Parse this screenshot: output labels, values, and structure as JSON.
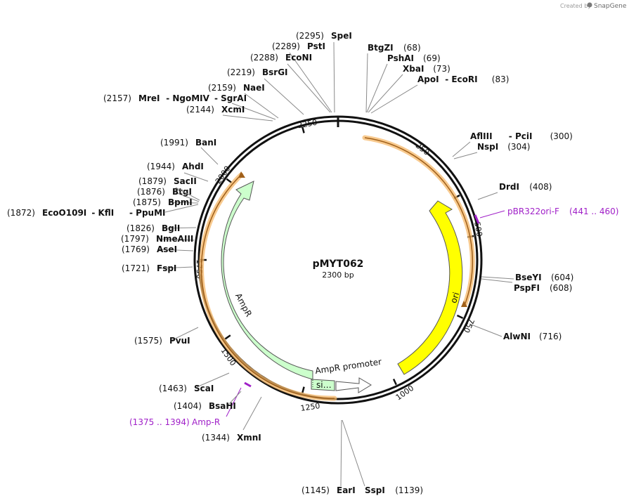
{
  "credit": {
    "prefix": "Created by",
    "brand": "SnapGene"
  },
  "plasmid": {
    "name": "pMYT062",
    "size": "2300 bp"
  },
  "ticks": [
    "250",
    "500",
    "750",
    "1000",
    "1250",
    "1500",
    "1750",
    "2000",
    "2250"
  ],
  "sites": [
    {
      "pos": "(2295)",
      "name": "SpeI"
    },
    {
      "pos": "(2289)",
      "name": "PstI"
    },
    {
      "pos": "(2288)",
      "name": "EcoNI"
    },
    {
      "pos": "(2219)",
      "name": "BsrGI"
    },
    {
      "pos": "(2159)",
      "name": "NaeI"
    },
    {
      "pos": "(2157)",
      "name": "MreI",
      "extra": [
        "- NgoMIV",
        "- SgrAI"
      ]
    },
    {
      "pos": "(2144)",
      "name": "XcmI"
    },
    {
      "pos": "(68)",
      "name": "BtgZI"
    },
    {
      "pos": "(69)",
      "name": "PshAI"
    },
    {
      "pos": "(73)",
      "name": "XbaI"
    },
    {
      "pos": "(83)",
      "name": "ApoI",
      "extra": [
        "- EcoRI"
      ]
    },
    {
      "pos": "(300)",
      "name": "AflIII",
      "extra": [
        "- PciI"
      ]
    },
    {
      "pos": "(304)",
      "name": "NspI"
    },
    {
      "pos": "(408)",
      "name": "DrdI"
    },
    {
      "pos": "(604)",
      "name": "BseYI"
    },
    {
      "pos": "(608)",
      "name": "PspFI"
    },
    {
      "pos": "(716)",
      "name": "AlwNI"
    },
    {
      "pos": "(1139)",
      "name": "SspI"
    },
    {
      "pos": "(1145)",
      "name": "EarI"
    },
    {
      "pos": "(1344)",
      "name": "XmnI"
    },
    {
      "pos": "(1404)",
      "name": "BsaHI"
    },
    {
      "pos": "(1463)",
      "name": "ScaI"
    },
    {
      "pos": "(1575)",
      "name": "PvuI"
    },
    {
      "pos": "(1721)",
      "name": "FspI"
    },
    {
      "pos": "(1769)",
      "name": "AseI"
    },
    {
      "pos": "(1797)",
      "name": "NmeAIII"
    },
    {
      "pos": "(1826)",
      "name": "BglI"
    },
    {
      "pos": "(1872)",
      "name": "EcoO109I",
      "extra": [
        "- KflI",
        "- PpuMI"
      ]
    },
    {
      "pos": "(1875)",
      "name": "BpmI"
    },
    {
      "pos": "(1876)",
      "name": "BtgI"
    },
    {
      "pos": "(1879)",
      "name": "SacII"
    },
    {
      "pos": "(1944)",
      "name": "AhdI"
    },
    {
      "pos": "(1991)",
      "name": "BanI"
    }
  ],
  "primers": [
    {
      "name": "pBR322ori-F",
      "range": "(441 .. 460)",
      "color": "#a020c8"
    },
    {
      "name": "Amp-R",
      "range": "(1375 .. 1394)",
      "color": "#a020c8"
    }
  ],
  "features": [
    {
      "name": "ori",
      "color": "#ffff00"
    },
    {
      "name": "AmpR",
      "color": "#ccffcc"
    },
    {
      "name": "AmpR promoter",
      "color": "#ffffff"
    },
    {
      "name": "si…",
      "color": "#ccffcc"
    }
  ],
  "colors": {
    "backbone": "#111111",
    "orf_arc": "#f6b86a",
    "orf_line": "#a0601a"
  }
}
